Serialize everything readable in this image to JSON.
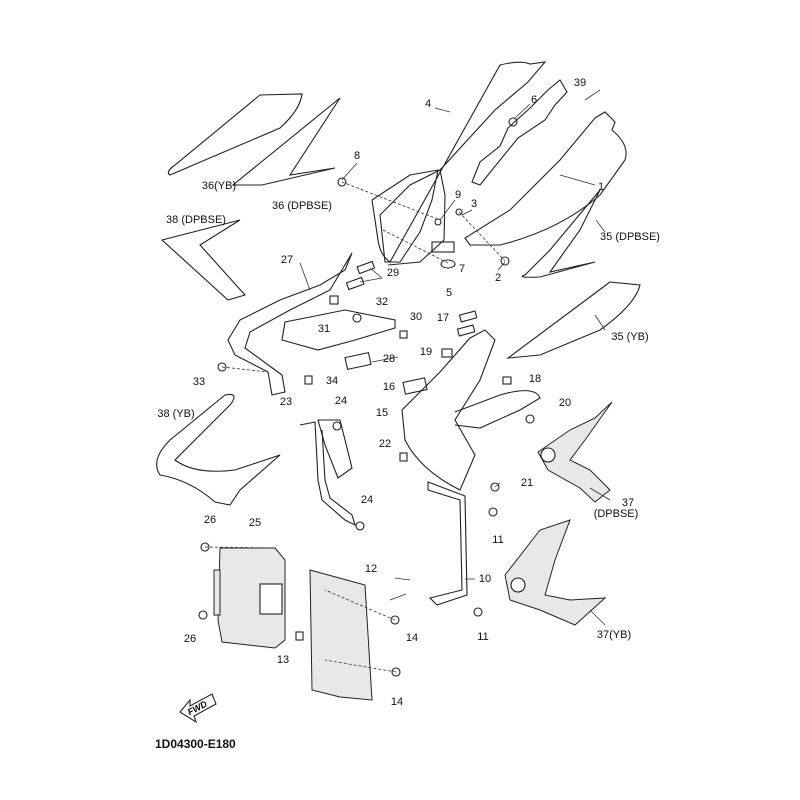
{
  "diagram_code": "1D04300-E180",
  "direction_marker": "FWD",
  "callouts": [
    "1",
    "2",
    "3",
    "4",
    "5",
    "6",
    "7",
    "8",
    "9",
    "10",
    "11",
    "11",
    "12",
    "13",
    "14",
    "14",
    "15",
    "16",
    "17",
    "18",
    "19",
    "20",
    "21",
    "22",
    "23",
    "24",
    "24",
    "25",
    "26",
    "26",
    "27",
    "28",
    "29",
    "30",
    "31",
    "32",
    "33",
    "34",
    "35 (DPBSE)",
    "35 (YB)",
    "36(YB)",
    "36 (DPBSE)",
    "37",
    "(DPBSE)",
    "37(YB)",
    "38 (DPBSE)",
    "38 (YB)",
    "39"
  ]
}
